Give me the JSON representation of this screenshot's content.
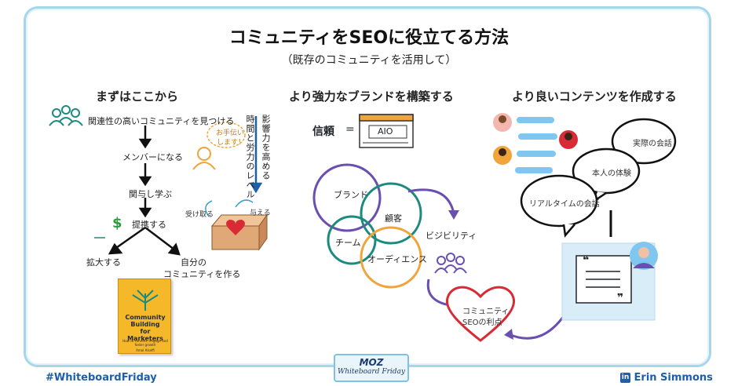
{
  "title": "コミュニティをSEOに役立てる方法",
  "subtitle": "（既存のコミュニティを活用して）",
  "columns": {
    "left": {
      "heading": "まずはここから",
      "steps": [
        "関連性の高いコミュニティを見つける",
        "メンバーになる",
        "関与し学ぶ",
        "提携する"
      ],
      "branch_left": "拡大する",
      "branch_right_line1": "自分の",
      "branch_right_line2": "コミュニティを作る",
      "vertical_1": "影響力を高める",
      "vertical_2": "時間と労力のレベル",
      "speech_line1": "お手伝い",
      "speech_line2": "します！",
      "dollar": "$",
      "box_receive": "受け取る",
      "box_give": "与える",
      "book": {
        "title_lines": [
          "Community",
          "Building",
          "for",
          "Marketers"
        ],
        "subtitle": "How to connect, engage and foster growth",
        "author": "Amal Alsaffi"
      }
    },
    "middle": {
      "heading": "より強力なブランドを構築する",
      "trust_label": "信頼",
      "equals": "=",
      "aio_label": "AIO",
      "circles": [
        "ブランド",
        "顧客",
        "チーム",
        "オーディエンス"
      ],
      "visibility": "ビジビリティ",
      "heart_line1": "コミュニティ",
      "heart_line2": "SEOの利点"
    },
    "right": {
      "heading": "より良いコンテンツを作成する",
      "bubbles": [
        "実際の会話",
        "本人の体験",
        "リアルタイムの会話"
      ],
      "quote_open": "❝",
      "quote_close": "❞"
    }
  },
  "footer": {
    "hashtag": "#WhiteboardFriday",
    "badge_logo": "MOZ",
    "badge_sub": "Whiteboard Friday",
    "author_icon": "in",
    "author": "Erin Simmons"
  },
  "colors": {
    "frame": "#a6d6ea",
    "purple": "#6b4fb0",
    "teal": "#1c8a7e",
    "orange": "#f0a43a",
    "heart_red": "#d92b35",
    "brand_blue": "#1d5fa8"
  }
}
